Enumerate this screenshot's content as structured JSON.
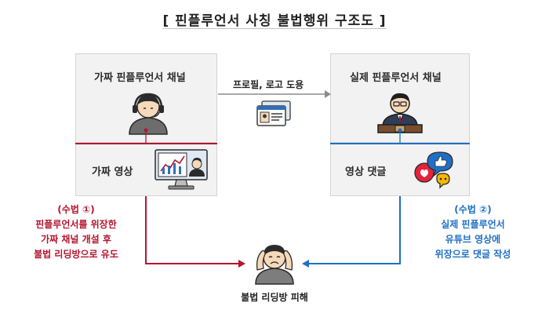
{
  "title": "[ 핀플루언서 사칭 불법행위 구조도 ]",
  "fake_channel": {
    "label": "가짜 핀플루언서 채널"
  },
  "real_channel": {
    "label": "실제 핀플루언서 채널"
  },
  "relation": {
    "label": "프로필, 로고 도용"
  },
  "fake_video": {
    "label": "가짜 영상"
  },
  "video_comment": {
    "label": "영상 댓글"
  },
  "method1": {
    "lines": [
      "(수법 ①)",
      "핀플루언서를 위장한",
      "가짜 채널 개설 후",
      "불법 리딩방으로 유도"
    ]
  },
  "method2": {
    "lines": [
      "(수법 ②)",
      "실제 핀플루언서",
      "유튜브 영상에",
      "위장으로 댓글 작성"
    ]
  },
  "victim": {
    "label": "불법 리딩방 피해"
  },
  "colors": {
    "red": "#b3162f",
    "blue": "#1f6fc5",
    "box_bg": "#f2f2f2"
  },
  "icons": [
    "headset-person-icon",
    "suit-person-icon",
    "id-card-icon",
    "monitor-chart-icon",
    "comment-bubbles-icon",
    "stressed-person-icon"
  ]
}
